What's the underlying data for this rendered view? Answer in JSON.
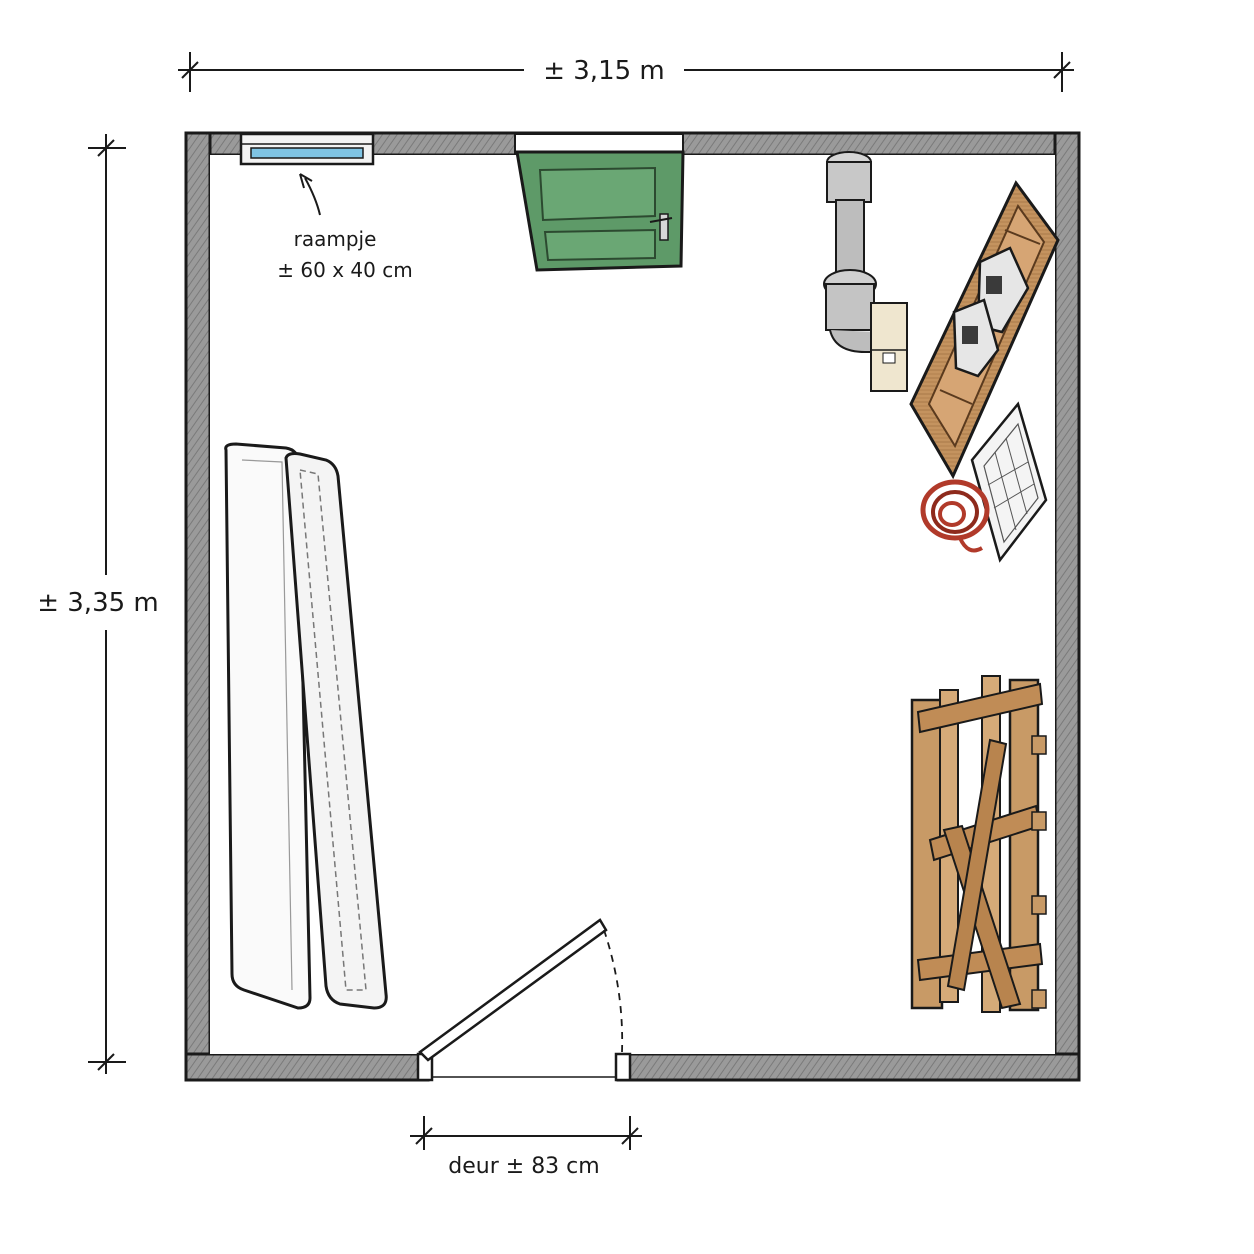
{
  "dimensions": {
    "width_label": "± 3,15 m",
    "height_label": "± 3,35 m",
    "door_label": "deur ± 83 cm"
  },
  "window_note": {
    "line1": "raampje",
    "line2": "± 60 x 40 cm"
  },
  "colors": {
    "wall_fill": "#8c8c8c",
    "green_door": "#5e9a68",
    "wood": "#b98a5a",
    "ink": "#1a1a1a",
    "window_glass": "#7fc4e4",
    "hose": "#b13a2a"
  },
  "items": [
    "window-icon",
    "green-door-icon",
    "pipe-icon",
    "small-crate-icon",
    "wooden-shelf-icon",
    "appliance-icon",
    "grid-panel-icon",
    "hose-reel-icon",
    "mattress-icon",
    "wooden-frame-icon",
    "door-swing-icon"
  ]
}
